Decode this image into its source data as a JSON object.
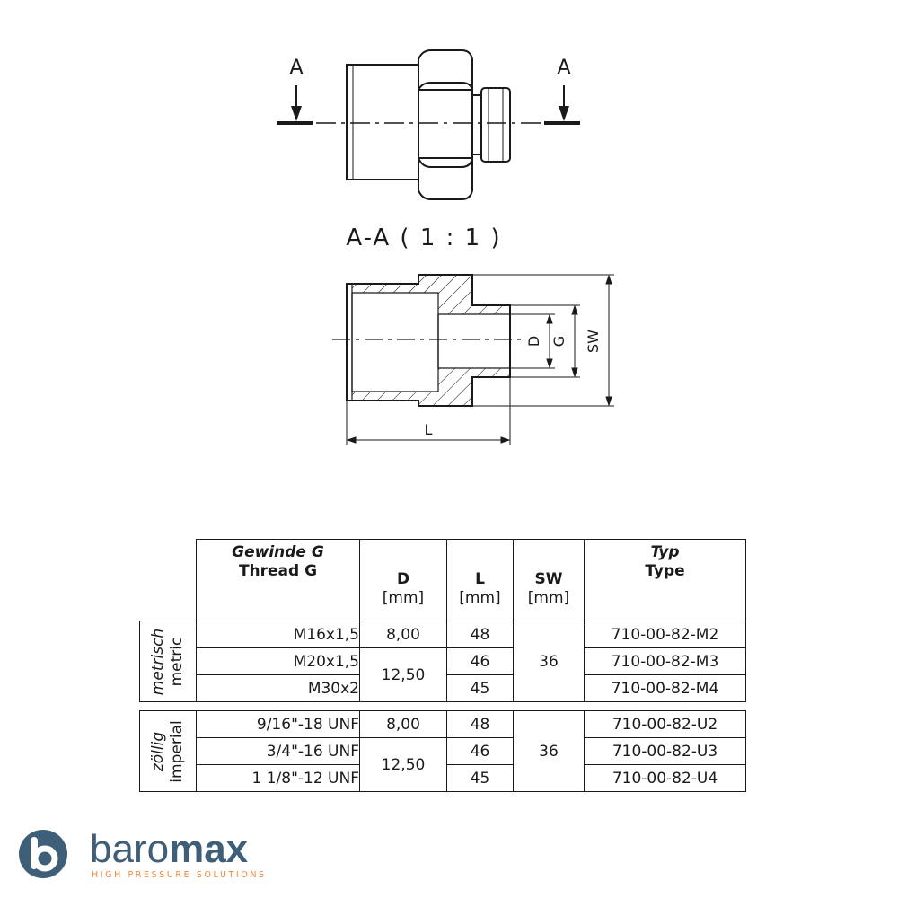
{
  "section_label": "A",
  "section_title": "A-A ( 1 : 1 )",
  "dimensions": {
    "D": "D",
    "G": "G",
    "SW": "SW",
    "L": "L"
  },
  "table": {
    "headers": {
      "thread_de": "Gewinde G",
      "thread_en": "Thread G",
      "d": "D",
      "l": "L",
      "sw": "SW",
      "unit": "[mm]",
      "type_de": "Typ",
      "type_en": "Type"
    },
    "groups": [
      {
        "label_de": "metrisch",
        "label_en": "metric",
        "rows": [
          {
            "thread": "M16x1,5",
            "d": "8,00",
            "l": "48",
            "type": "710-00-82-M2"
          },
          {
            "thread": "M20x1,5",
            "d": "12,50",
            "l": "46",
            "type": "710-00-82-M3"
          },
          {
            "thread": "M30x2",
            "d": "",
            "l": "45",
            "type": "710-00-82-M4"
          }
        ],
        "sw": "36"
      },
      {
        "label_de": "zöllig",
        "label_en": "imperial",
        "rows": [
          {
            "thread": "9/16\"-18 UNF",
            "d": "8,00",
            "l": "48",
            "type": "710-00-82-U2"
          },
          {
            "thread": "3/4\"-16 UNF",
            "d": "12,50",
            "l": "46",
            "type": "710-00-82-U3"
          },
          {
            "thread": "1 1/8\"-12 UNF",
            "d": "",
            "l": "45",
            "type": "710-00-82-U4"
          }
        ],
        "sw": "36"
      }
    ]
  },
  "logo": {
    "name_light": "baro",
    "name_bold": "max",
    "tagline": "HIGH PRESSURE SOLUTIONS",
    "icon": "b-logo-icon",
    "color_primary": "#3f5f78",
    "color_accent": "#f0873a"
  }
}
